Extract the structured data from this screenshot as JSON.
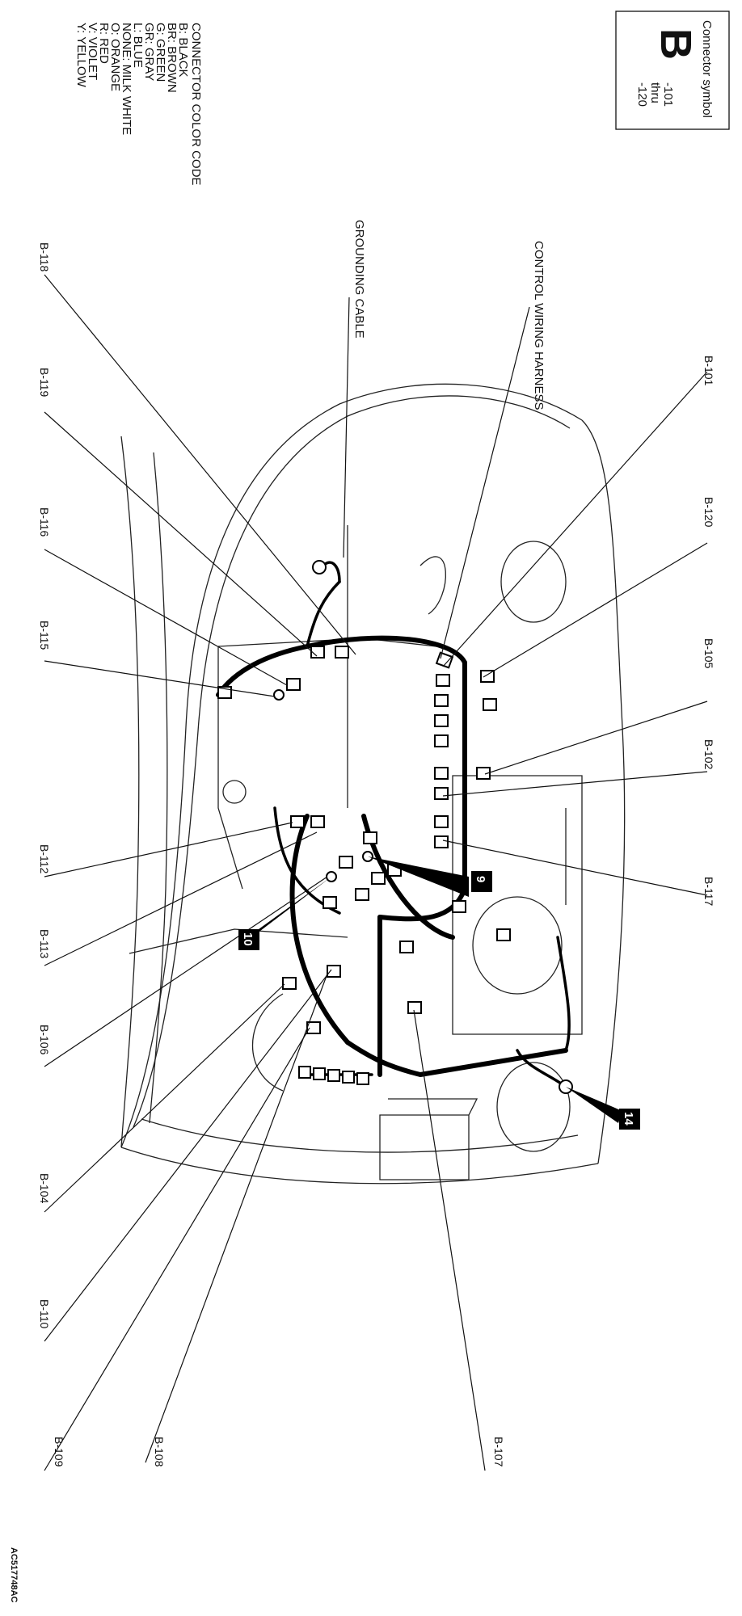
{
  "symbol_box": {
    "title": "Connector symbol",
    "letter": "B",
    "range_from": "-101",
    "range_mid": "thru",
    "range_to": "-120"
  },
  "color_code": {
    "heading": "CONNECTOR COLOR CODE",
    "entries": [
      "B: BLACK",
      "BR: BROWN",
      "G: GREEN",
      "GR: GRAY",
      "L: BLUE",
      "NONE: MILK WHITE",
      "O: ORANGE",
      "R: RED",
      "V: VIOLET",
      "Y: YELLOW"
    ]
  },
  "callouts": {
    "control_wiring_harness": "CONTROL WIRING HARNESS",
    "grounding_cable": "GROUNDING CABLE"
  },
  "connectors": {
    "b101": "B-101",
    "b120": "B-120",
    "b105": "B-105",
    "b102": "B-102",
    "b117": "B-117",
    "b118": "B-118",
    "b119": "B-119",
    "b116": "B-116",
    "b115": "B-115",
    "b112": "B-112",
    "b113": "B-113",
    "b106": "B-106",
    "b104": "B-104",
    "b110": "B-110",
    "b109": "B-109",
    "b108": "B-108",
    "b107": "B-107"
  },
  "badges": {
    "b9": "9",
    "b10": "10",
    "b14": "14"
  },
  "figure_code": "AC517748AC"
}
